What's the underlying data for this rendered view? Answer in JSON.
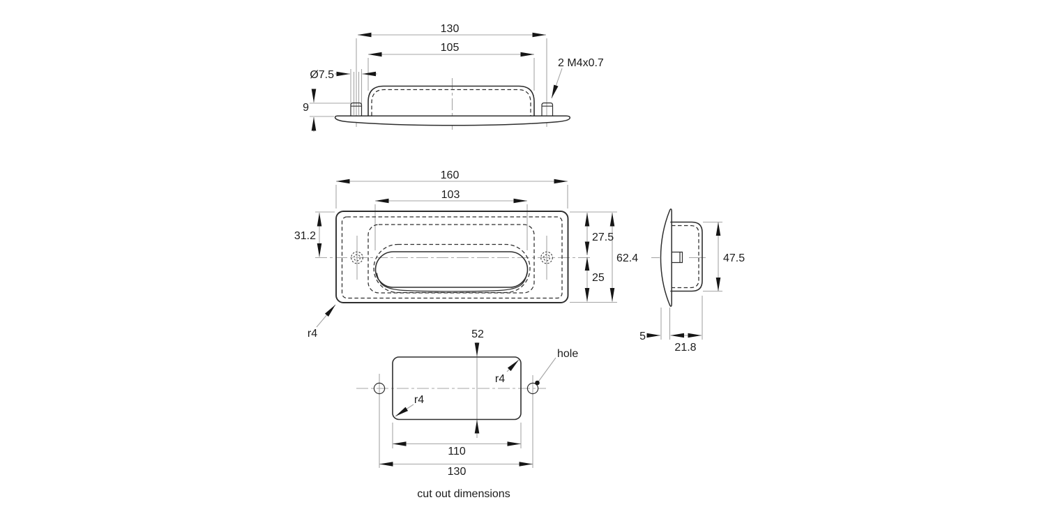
{
  "drawing": {
    "caption": "cut out dimensions",
    "colors": {
      "object_line": "#2e2e2e",
      "dimension_line": "#a5a5a5",
      "text": "#1c1c1c",
      "background": "#ffffff"
    },
    "top_view": {
      "dim_overall_width": "130",
      "dim_body_width": "105",
      "dim_stud_diameter": "Ø7.5",
      "dim_stud_height": "9",
      "thread_callout": "2 M4x0.7"
    },
    "front_view": {
      "dim_overall_width": "160",
      "dim_recess_width": "103",
      "dim_center_offset": "31.2",
      "dim_upper": "27.5",
      "dim_lower": "25",
      "dim_overall_height": "62.4",
      "corner_radius": "r4"
    },
    "side_view": {
      "dim_body_height": "47.5",
      "dim_flange_thickness": "5",
      "dim_depth": "21.8"
    },
    "cutout_view": {
      "dim_height": "52",
      "corner_radius_upper": "r4",
      "corner_radius_lower": "r4",
      "hole_label": "hole",
      "dim_inner_width": "110",
      "dim_hole_spacing": "130"
    }
  }
}
